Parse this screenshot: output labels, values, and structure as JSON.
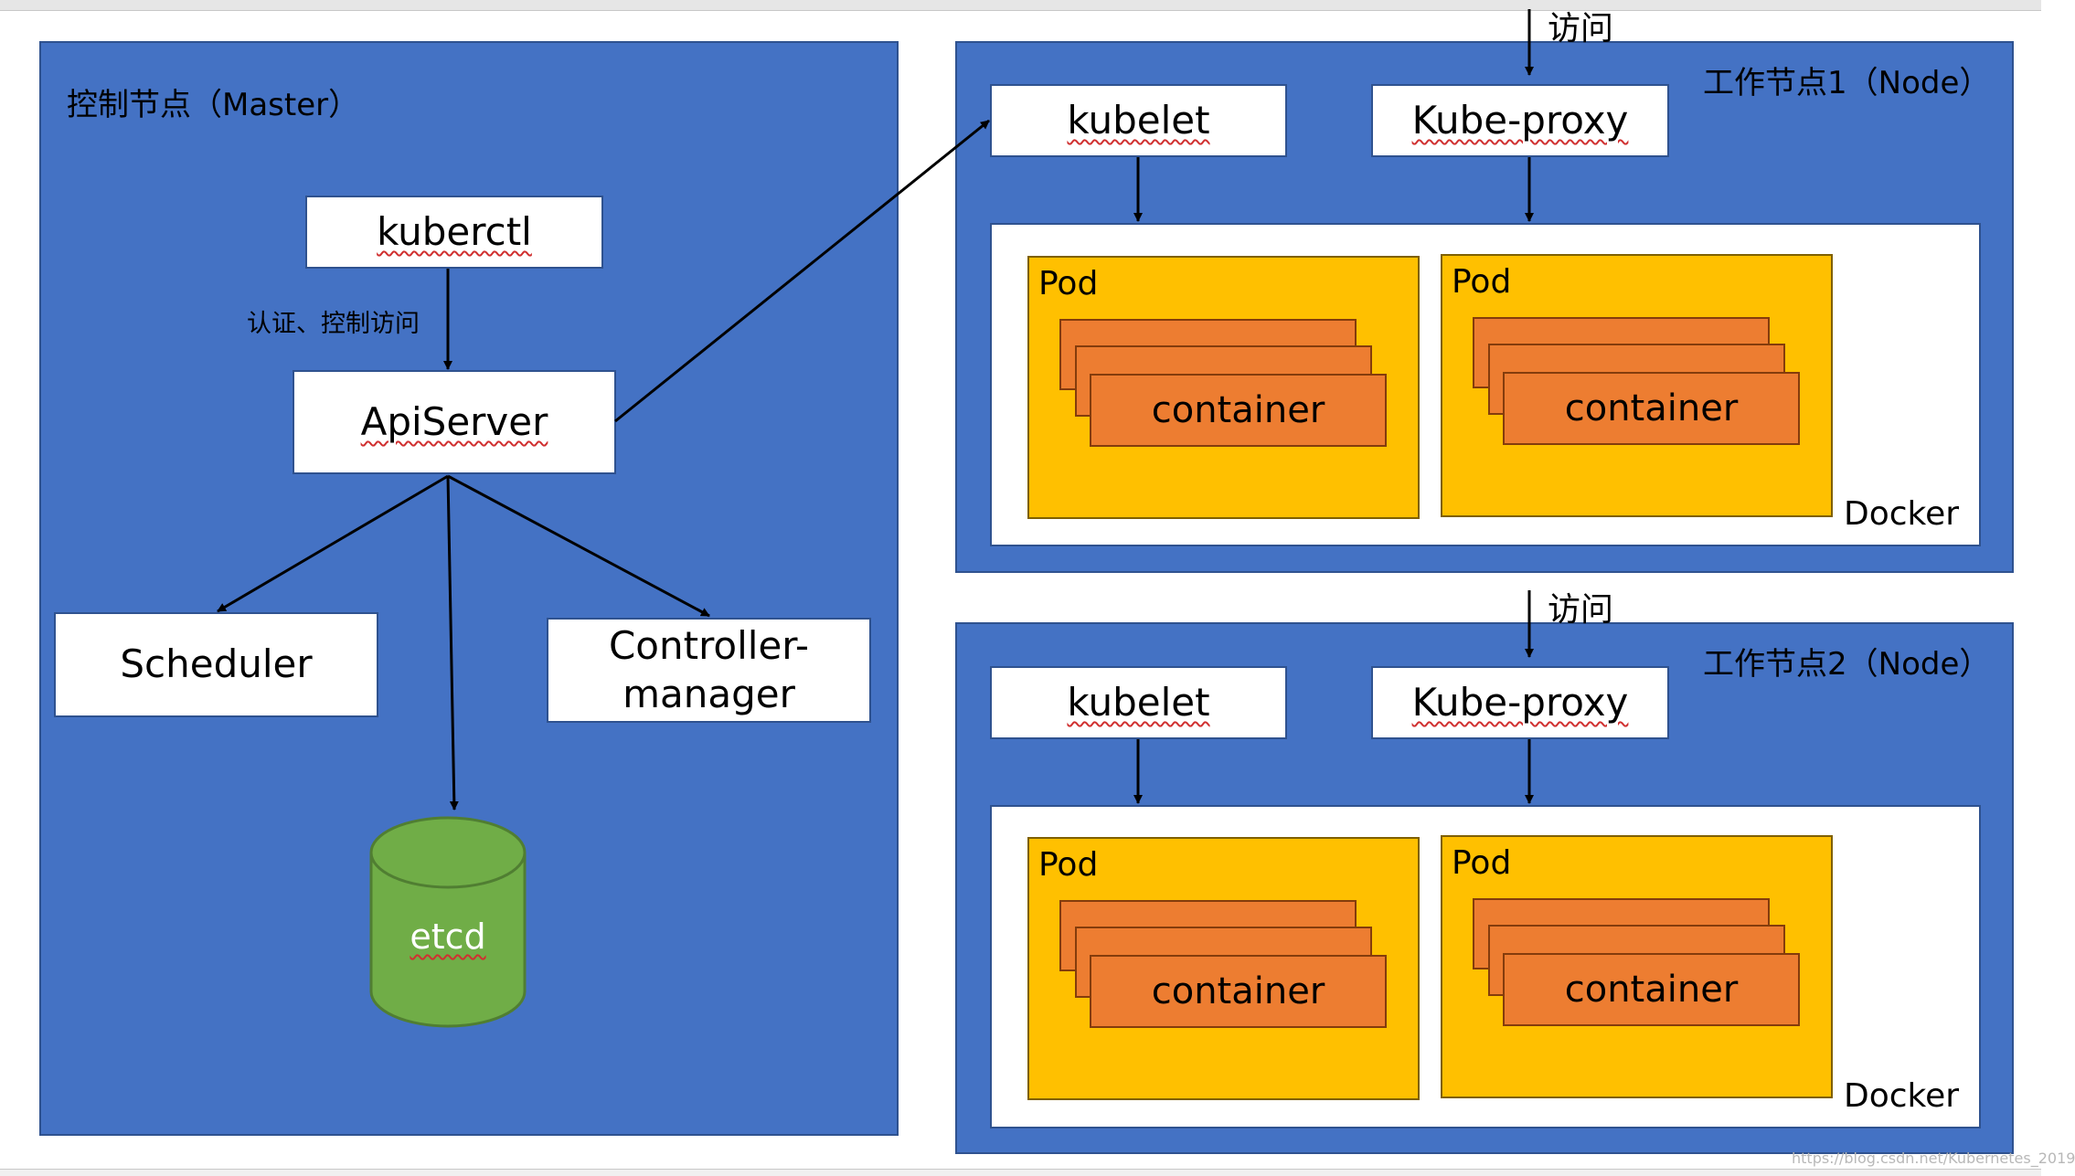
{
  "master": {
    "title": "控制节点（Master）",
    "kuberctl": "kuberctl",
    "auth_label": "认证、控制访问",
    "apiserver": "ApiServer",
    "scheduler": "Scheduler",
    "controller_line1": "Controller-",
    "controller_line2": "manager",
    "etcd": "etcd"
  },
  "nodes": [
    {
      "title": "工作节点1（Node）",
      "visit_label": "访问",
      "kubelet": "kubelet",
      "kube_proxy": "Kube-proxy",
      "docker": "Docker",
      "pods": [
        {
          "label": "Pod",
          "container": "container"
        },
        {
          "label": "Pod",
          "container": "container"
        }
      ]
    },
    {
      "title": "工作节点2（Node）",
      "visit_label": "访问",
      "kubelet": "kubelet",
      "kube_proxy": "Kube-proxy",
      "docker": "Docker",
      "pods": [
        {
          "label": "Pod",
          "container": "container"
        },
        {
          "label": "Pod",
          "container": "container"
        }
      ]
    }
  ],
  "watermark": "https://blog.csdn.net/Kubernetes_2019",
  "colors": {
    "panel": "#4472c4",
    "panel_border": "#2f528f",
    "pod": "#ffc000",
    "container": "#ed7d31",
    "etcd": "#70ad47"
  }
}
